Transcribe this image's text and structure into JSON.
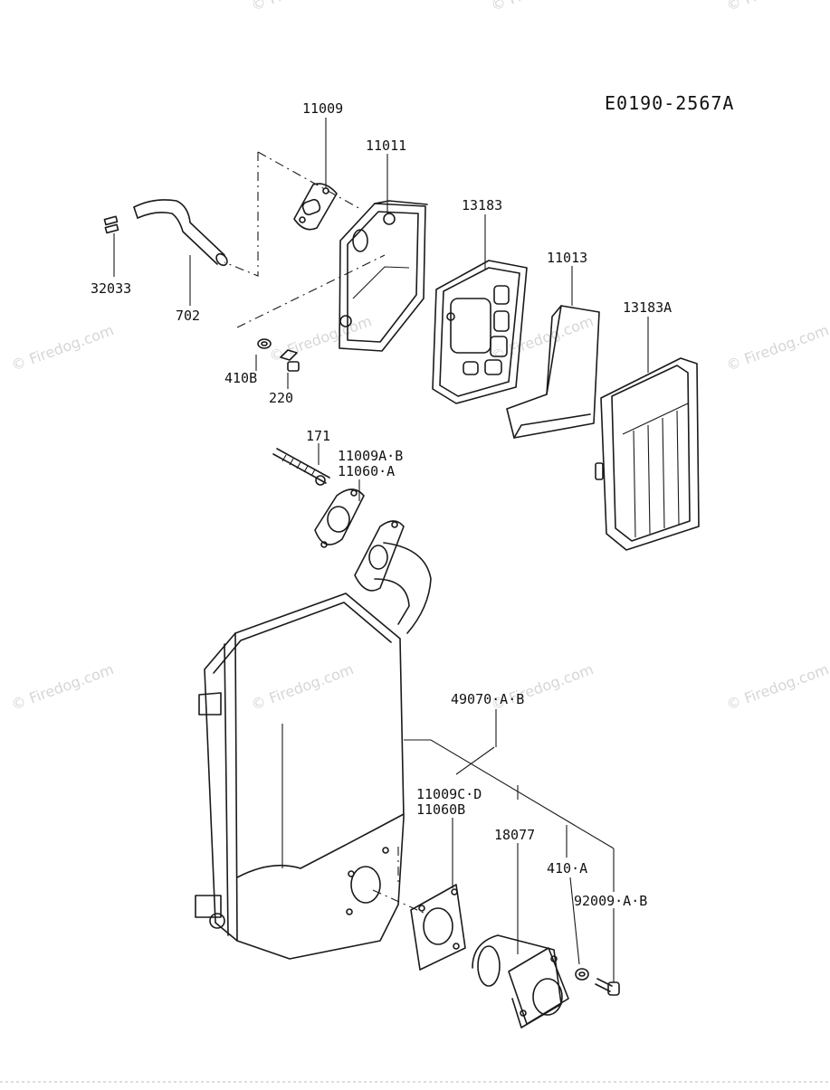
{
  "diagram_code": "E0190-2567A",
  "labels": {
    "p11009": "11009",
    "p11011": "11011",
    "p13183": "13183",
    "p11013": "11013",
    "p13183A": "13183A",
    "p32033": "32033",
    "p702": "702",
    "p410B": "410B",
    "p220": "220",
    "p171": "171",
    "p11009AB": "11009A·B",
    "p11060A": "11060·A",
    "p49070AB": "49070·A·B",
    "p11009CD": "11009C·D",
    "p11060B": "11060B",
    "p18077": "18077",
    "p410A": "410·A",
    "p92009AB": "92009·A·B"
  },
  "watermark": "© Firedog.com"
}
